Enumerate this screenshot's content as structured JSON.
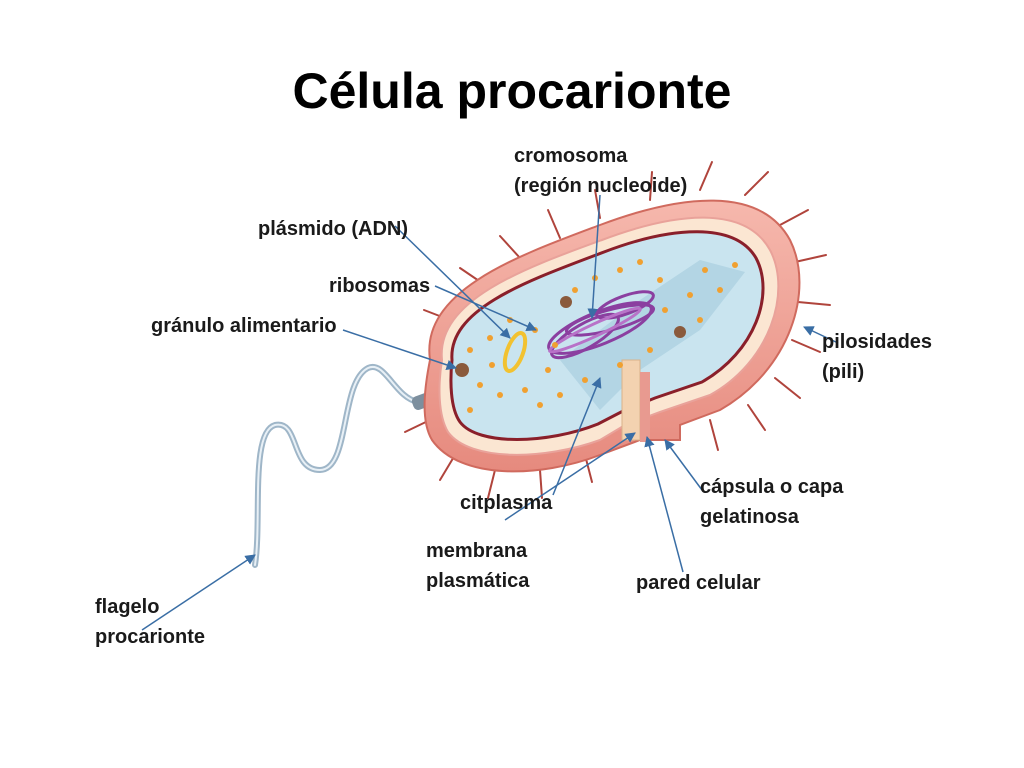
{
  "slide": {
    "title": "Célula procarionte"
  },
  "labels": {
    "cromosoma": [
      "cromosoma",
      "(región nucleoide)"
    ],
    "plasmido": "plásmido (ADN)",
    "ribosomas": "ribosomas",
    "granulo": "gránulo alimentario",
    "pili": [
      "pilosidades",
      "(pili)"
    ],
    "citoplasma": "citplasma",
    "capsula": [
      "cápsula o capa",
      "gelatinosa"
    ],
    "membrana": [
      "membrana",
      "plasmática"
    ],
    "pared": "pared celular",
    "flagelo": [
      "flagelo",
      "procarionte"
    ]
  },
  "colors": {
    "capsule": "#f0a49a",
    "capsule_dark": "#e07f74",
    "wall": "#fbe6d2",
    "membrane": "#8a1f2a",
    "cytoplasm": "#c9e4ef",
    "ribosome": "#f0a030",
    "dna": "#8b3fa0",
    "plasmid": "#f2c230",
    "granule": "#8a5a3c",
    "flagellum": "#9fb6c8",
    "arrow": "#3a6ea5"
  }
}
